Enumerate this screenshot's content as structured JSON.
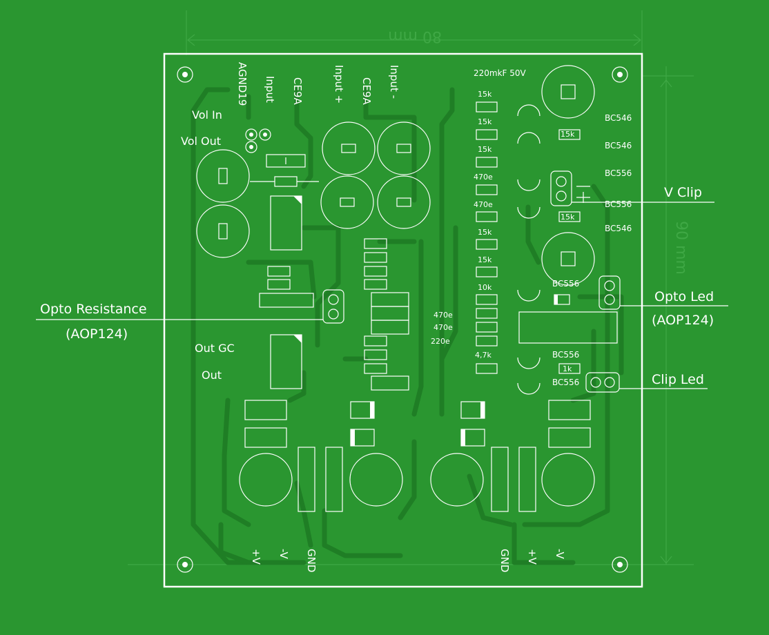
{
  "dimensions": {
    "width": "80 mm",
    "height": "90 mm"
  },
  "connector_labels": [
    "AGND19",
    "Input",
    "CE9A",
    "Input +",
    "CE9A",
    "Input -"
  ],
  "vol_labels": {
    "vol_in": "Vol In",
    "vol_out": "Vol Out"
  },
  "output_labels": {
    "out_gc": "Out GC",
    "out": "Out"
  },
  "cap_label": "220mkF 50V",
  "resistor_labels": [
    "15k",
    "15k",
    "15k",
    "470e",
    "470e",
    "15k",
    "15k",
    "10k",
    "470e",
    "470e",
    "220e",
    "4,7k",
    "15k",
    "15k",
    "1k"
  ],
  "transistor_labels": [
    "BC546",
    "BC546",
    "BC556",
    "BC556",
    "BC546",
    "BC556",
    "BC556",
    "BC556"
  ],
  "callouts": {
    "v_clip": "V Clip",
    "opto_led": "Opto Led",
    "opto_led_sub": "(AOP124)",
    "opto_resistance": "Opto Resistance",
    "opto_resistance_sub": "(AOP124)",
    "clip_led": "Clip Led"
  },
  "power_labels_left": [
    "+V",
    "-V",
    "GND"
  ],
  "power_labels_right": [
    "GND",
    "+V",
    "-V"
  ],
  "colors": {
    "board": "#2a9630",
    "trace": "#1f7e25",
    "silk": "#ffffff",
    "dimension": "#3fa845"
  }
}
